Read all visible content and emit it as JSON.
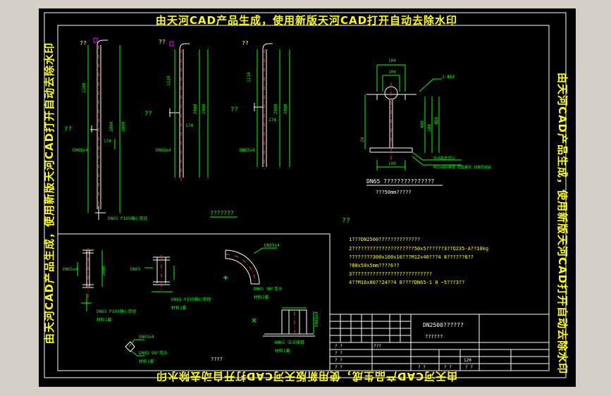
{
  "watermark": {
    "top": "由天河CAD产品生成，使用新版天河CAD打开自动去除水印",
    "bottom": "由天河CAD产品生成，使用新版天河CAD打开自动去除水印",
    "left": "由天河CAD产品生成，使用新版天河CAD打开自动去除水印",
    "right": "由天河CAD产品生成，使用新版天河CAD打开自动去除水印"
  },
  "pipes": {
    "markers": [
      "??",
      "??",
      "??"
    ],
    "dims": [
      "1200",
      "1110",
      "1110",
      "2000",
      "2000",
      "2000",
      "174",
      "174",
      "174"
    ],
    "labels": [
      "DN65x4",
      "DN65x4",
      "DN65x4",
      "DN65 P195偏心变径"
    ],
    "caption": "???????"
  },
  "support": {
    "dims_top": [
      "100",
      "100",
      "1-Φ64"
    ],
    "dims_side": [
      "400",
      "100",
      "20",
      "450"
    ],
    "dim_bottom": "100",
    "notes": [
      "焊点距管顶12",
      "M12x100螺栓 配套螺母 双螺母锁紧"
    ],
    "title": "DN65 ???????????????",
    "subtitle": "???50mm?????"
  },
  "notes": {
    "header": "??",
    "lines": [
      "1???DN2500??????????????",
      "2?????????????????????50x5??????3??Q235-A??10kg",
      "????????300x100x10???M12x40???4 8??????6??",
      "?80x50x5mm????6??",
      "3???????????????????????????",
      "4??M16x80??24??4 8????DN65-1 0 ~5???3??"
    ]
  },
  "details": {
    "tee_labels": [
      "DN65x4",
      "1000",
      "DN65 P195偏心变径",
      "材料1套"
    ],
    "tee2_labels": [
      "DN65",
      "DN65-P195偏心变径",
      "材料1套"
    ],
    "elbow_labels": [
      "DN65x4",
      "DN65 90°弯头",
      "材料2套"
    ],
    "flange_labels": [
      "DN65x4",
      "DN65 法兰接管",
      "材料1套"
    ],
    "small_labels": [
      "DN65x4",
      "DN65 90°弯头",
      "材料1套"
    ],
    "caption": "????"
  },
  "titleblock": {
    "title": "DN2500??????",
    "subtitle": "??????",
    "cells": [
      "? ?",
      "???",
      "? ?",
      "? ?",
      "? ?",
      "? ?",
      "? ?",
      "? ?",
      "120"
    ]
  }
}
